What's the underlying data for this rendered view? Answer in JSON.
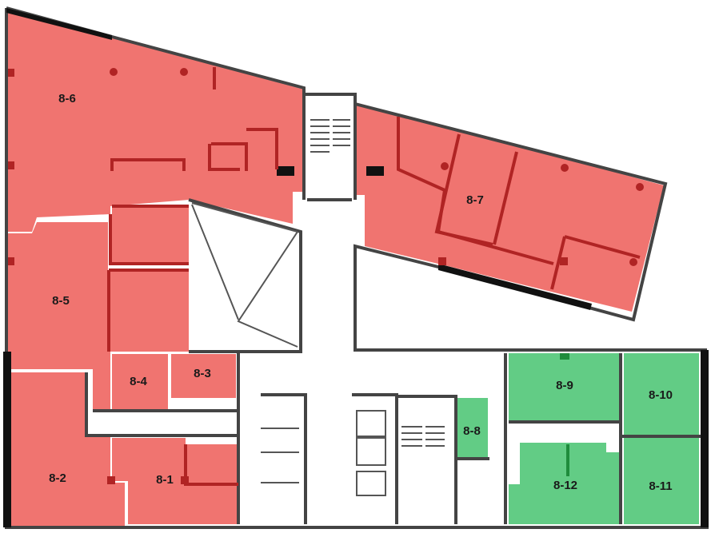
{
  "colors": {
    "occupied": "#f07470",
    "available": "#62cc85",
    "wall": "#444444",
    "occupied_wall": "#b02424",
    "available_wall": "#1f8c3c"
  },
  "units": [
    {
      "id": "8-1",
      "label": "8-1",
      "status": "occupied"
    },
    {
      "id": "8-2",
      "label": "8-2",
      "status": "occupied"
    },
    {
      "id": "8-3",
      "label": "8-3",
      "status": "occupied"
    },
    {
      "id": "8-4",
      "label": "8-4",
      "status": "occupied"
    },
    {
      "id": "8-5",
      "label": "8-5",
      "status": "occupied"
    },
    {
      "id": "8-6",
      "label": "8-6",
      "status": "occupied"
    },
    {
      "id": "8-7",
      "label": "8-7",
      "status": "occupied"
    },
    {
      "id": "8-8",
      "label": "8-8",
      "status": "available"
    },
    {
      "id": "8-9",
      "label": "8-9",
      "status": "available"
    },
    {
      "id": "8-10",
      "label": "8-10",
      "status": "available"
    },
    {
      "id": "8-11",
      "label": "8-11",
      "status": "available"
    },
    {
      "id": "8-12",
      "label": "8-12",
      "status": "available"
    }
  ]
}
